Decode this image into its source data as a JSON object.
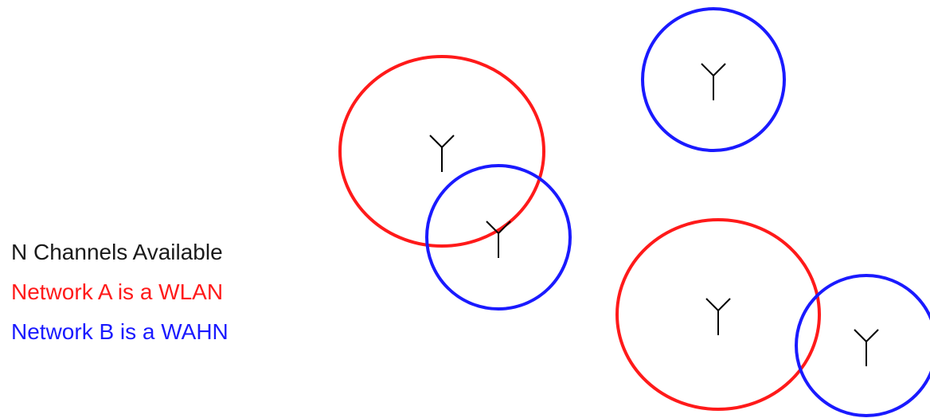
{
  "legend": {
    "channels": "N Channels Available",
    "network_a": "Network A is a WLAN",
    "network_b": "Network B is a WAHN"
  },
  "colors": {
    "network_a": "#ff1a1a",
    "network_b": "#1a1aff",
    "antenna": "#000000",
    "text": "#1a1a1a"
  },
  "nodes": [
    {
      "network": "A",
      "icon": "antenna-icon"
    },
    {
      "network": "B",
      "icon": "antenna-icon"
    },
    {
      "network": "B",
      "icon": "antenna-icon"
    },
    {
      "network": "A",
      "icon": "antenna-icon"
    },
    {
      "network": "B",
      "icon": "antenna-icon"
    }
  ]
}
